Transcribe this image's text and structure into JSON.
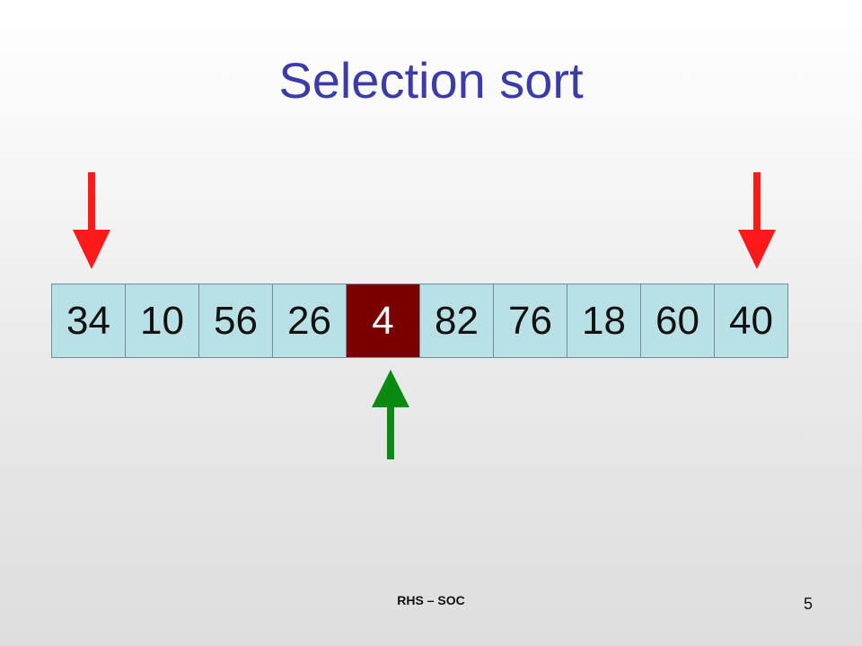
{
  "slide": {
    "title": "Selection sort",
    "footer": "RHS – SOC",
    "page_number": "5"
  },
  "array": {
    "values": [
      "34",
      "10",
      "56",
      "26",
      "4",
      "82",
      "76",
      "18",
      "60",
      "40"
    ],
    "highlighted_index": 4,
    "cell_color": "#b9e0e4",
    "highlight_color": "#7a0000",
    "highlight_text_color": "#ffffff"
  },
  "pointers": [
    {
      "name": "left-red-arrow",
      "direction": "down",
      "color": "#ff1a1a",
      "at_index": 0
    },
    {
      "name": "right-red-arrow",
      "direction": "down",
      "color": "#ff1a1a",
      "at_index": 9
    },
    {
      "name": "green-arrow",
      "direction": "up",
      "color": "#0a8a10",
      "at_index": 4
    }
  ]
}
